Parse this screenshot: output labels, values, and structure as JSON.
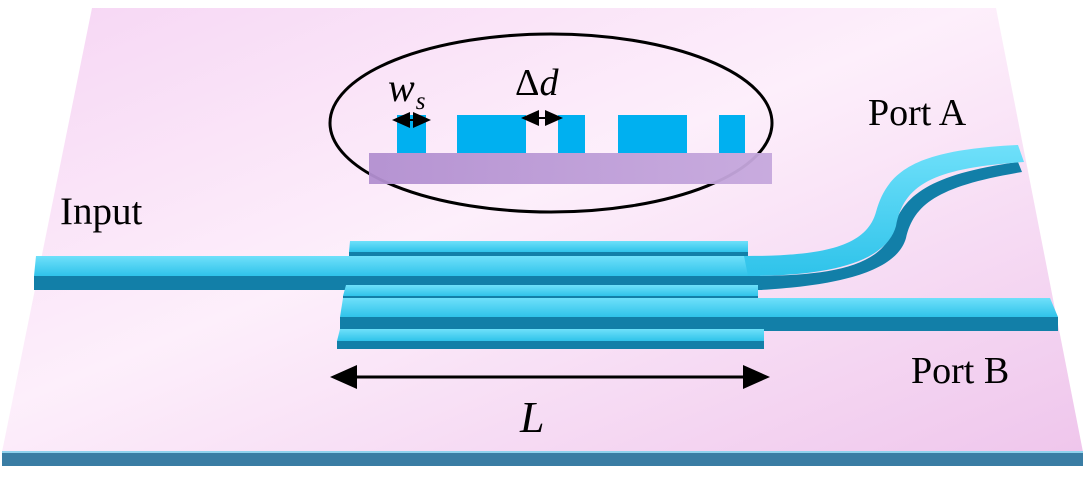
{
  "labels": {
    "input": "Input",
    "port_a": "Port A",
    "port_b": "Port B",
    "width_symbol": "w",
    "width_subscript": "s",
    "delta_symbol": "Δ",
    "delta_variable": "d",
    "length": "L"
  },
  "colors": {
    "substrate_light": "#fbe4f8",
    "substrate_mid": "#efc3ec",
    "substrate_edge": "#3f7ba1",
    "waveguide_top": "#4ad2f2",
    "waveguide_side": "#127fa8",
    "inset_blocks": "#00b0f0",
    "inset_base": "#b79bd4",
    "arrow": "#000000"
  }
}
